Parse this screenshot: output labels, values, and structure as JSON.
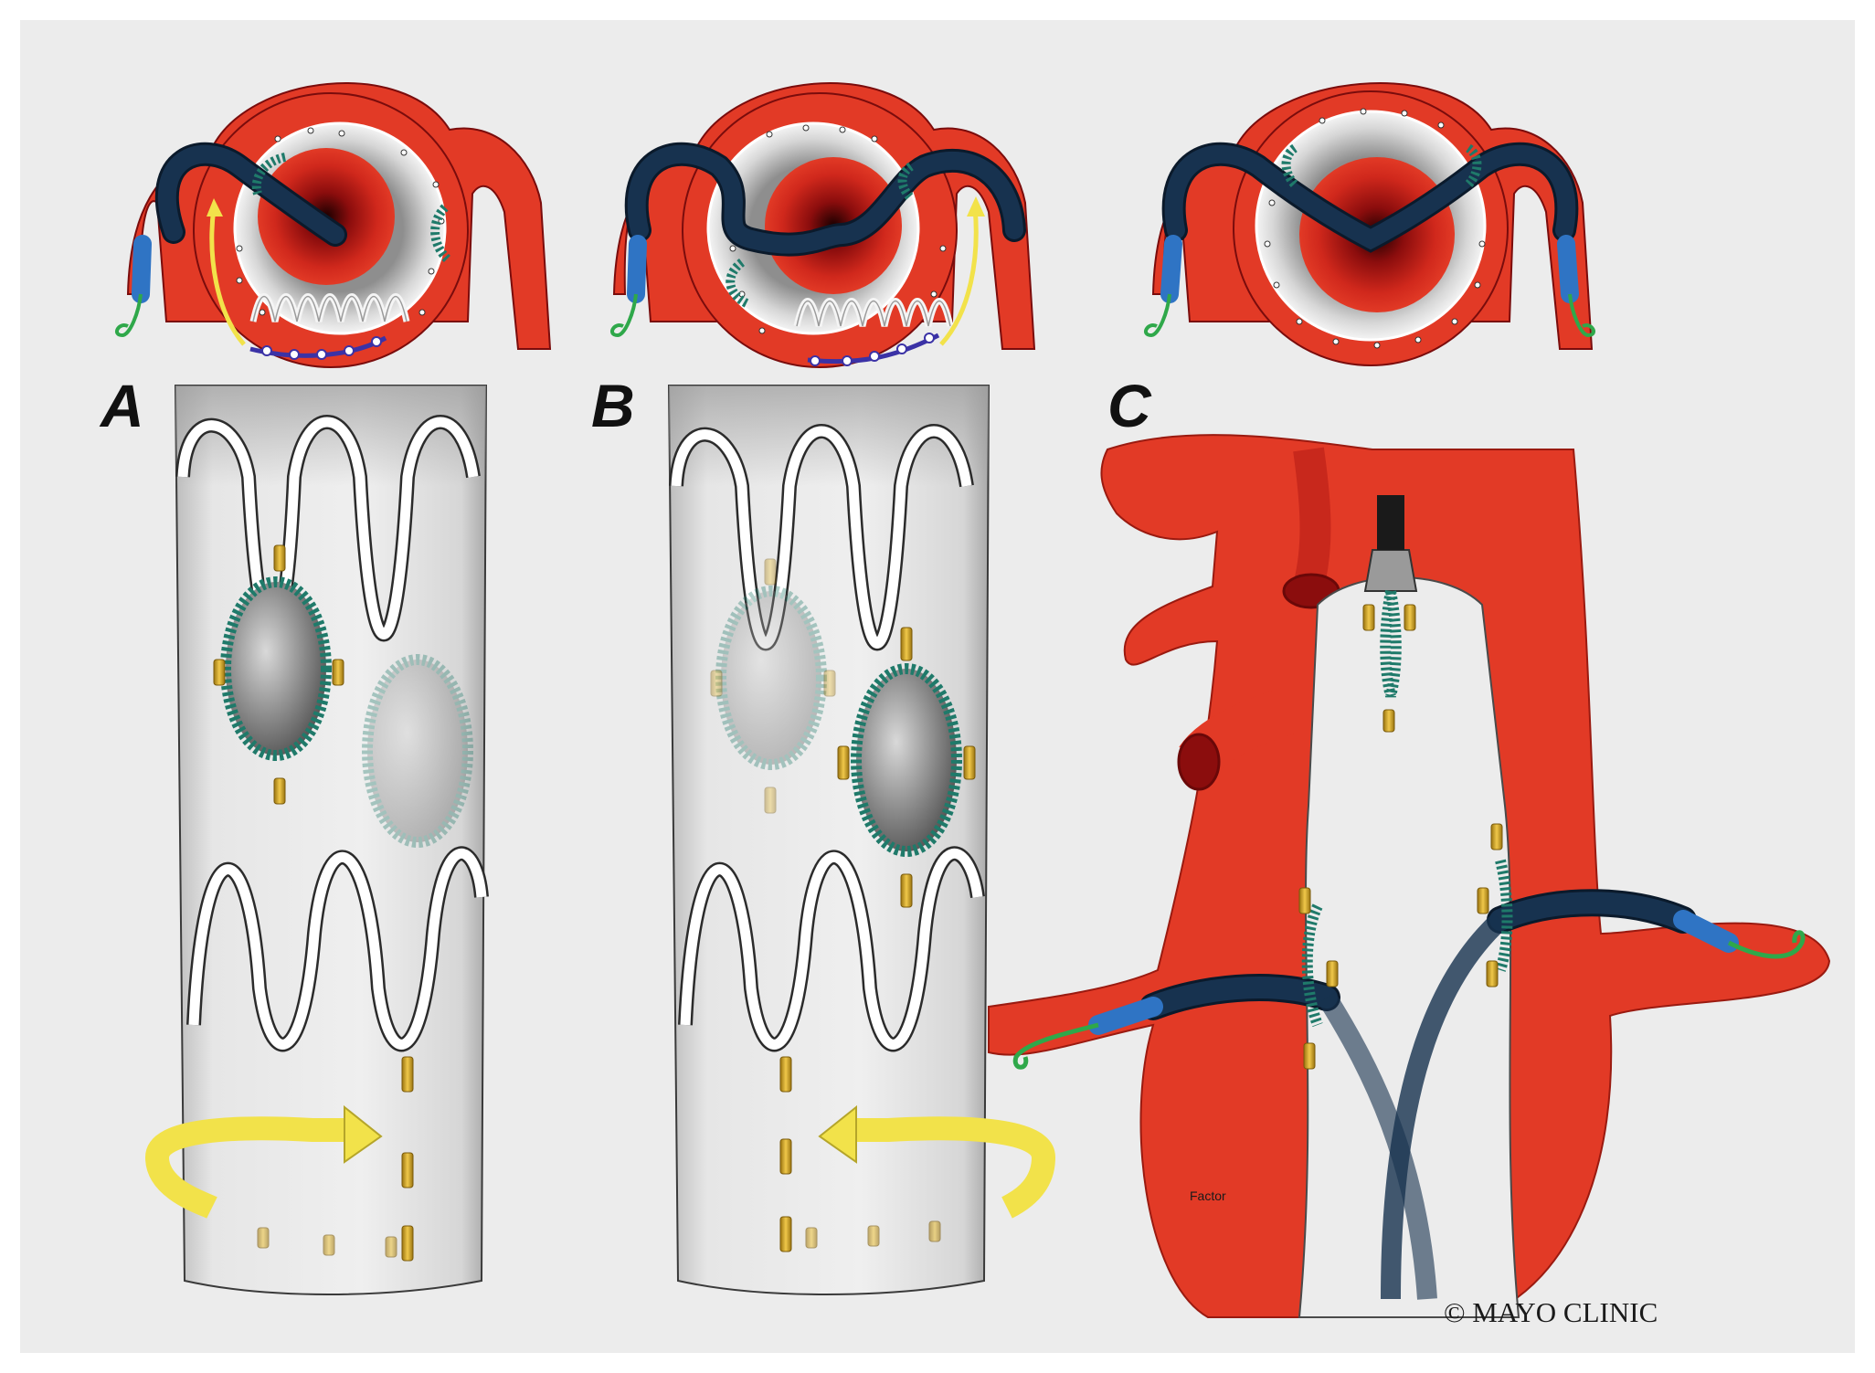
{
  "figure": {
    "panel_labels": [
      "A",
      "B",
      "C"
    ],
    "artist_signature": "Factor",
    "copyright": "© MAYO CLINIC",
    "colors": {
      "background": "#ececec",
      "artery": "#e23a26",
      "artery_dark": "#8b0d0d",
      "graft_fabric": "#e4e4e4",
      "stent_wire": "#2b2b2b",
      "catheter": "#17324f",
      "catheter_tip": "#2f74c4",
      "guidewire": "#2fa84a",
      "marker": "#d2a21e",
      "suture": "#1f7a6a",
      "arrow": "#f2e24a"
    }
  }
}
